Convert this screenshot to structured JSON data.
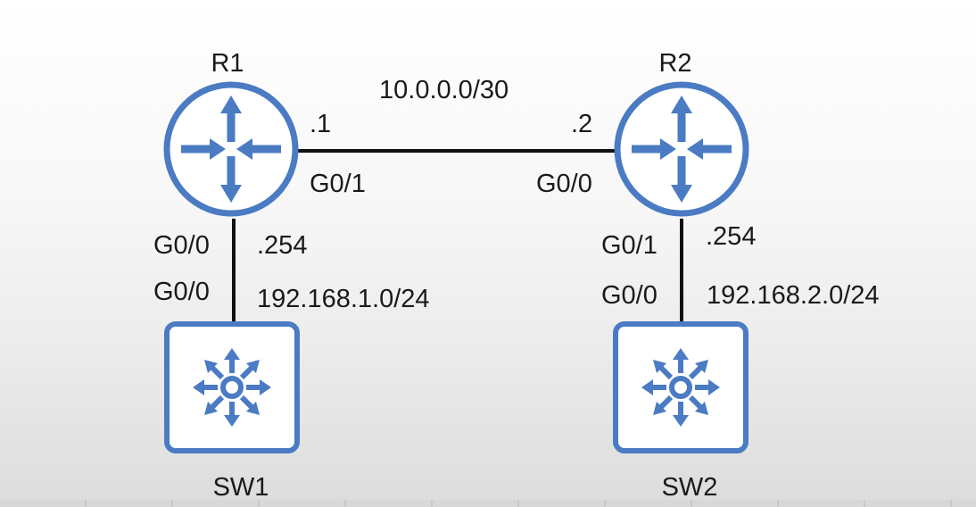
{
  "devices": {
    "r1": {
      "label": "R1"
    },
    "r2": {
      "label": "R2"
    },
    "sw1": {
      "label": "SW1"
    },
    "sw2": {
      "label": "SW2"
    }
  },
  "links": {
    "r1_r2": {
      "subnet": "10.0.0.0/30",
      "r1_ip": ".1",
      "r1_iface": "G0/1",
      "r2_ip": ".2",
      "r2_iface": "G0/0"
    },
    "r1_sw1": {
      "r1_iface": "G0/0",
      "r1_ip": ".254",
      "sw1_iface": "G0/0",
      "subnet": "192.168.1.0/24"
    },
    "r2_sw2": {
      "r2_iface": "G0/1",
      "r2_ip": ".254",
      "sw2_iface": "G0/0",
      "subnet": "192.168.2.0/24"
    }
  },
  "colors": {
    "icon_blue": "#4a7bc3",
    "link_black": "#111111"
  }
}
